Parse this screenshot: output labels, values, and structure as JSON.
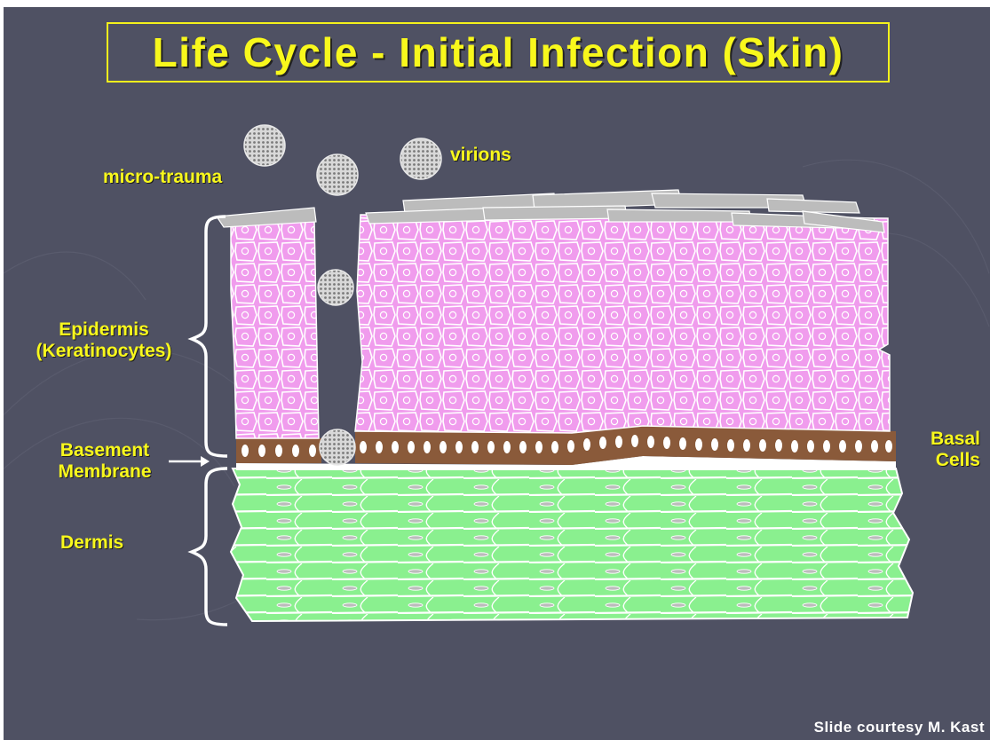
{
  "slide": {
    "title": "Life Cycle - Initial Infection (Skin)",
    "credit": "Slide courtesy M. Kast",
    "colors": {
      "background": "#4f5163",
      "title_text": "#f8f81c",
      "label_text": "#f8f81c",
      "epidermis": "#f09ced",
      "basal_cells": "#8a5a3a",
      "dermis": "#8af08f",
      "stratum_corneum": "#bcbcbc",
      "virion": "#c4c4c4"
    }
  },
  "labels": {
    "micro_trauma": "micro-trauma",
    "virions": "virions",
    "epidermis_line1": "Epidermis",
    "epidermis_line2": "(Keratinocytes)",
    "basement_line1": "Basement",
    "basement_line2": "Membrane",
    "dermis": "Dermis",
    "basal_line1": "Basal",
    "basal_line2": "Cells"
  }
}
